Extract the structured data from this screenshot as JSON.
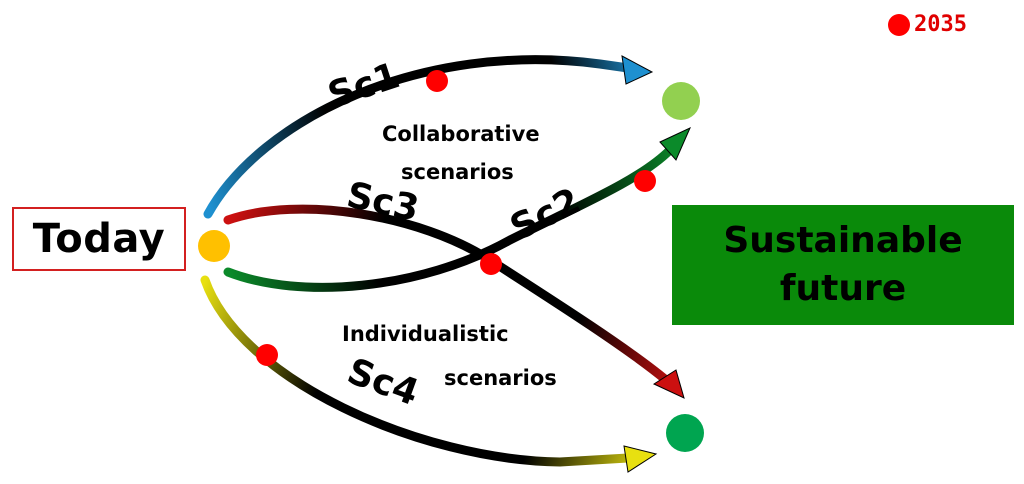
{
  "origin": {
    "label": "Today",
    "border_color": "#d32020"
  },
  "destination": {
    "label_line1": "Sustainable",
    "label_line2": "future",
    "fill_color": "#0a8a0a"
  },
  "legend": {
    "marker_color": "#ff0000",
    "label": "2035"
  },
  "groups": {
    "collaborative": {
      "line1": "Collaborative",
      "line2": "scenarios"
    },
    "individualistic": {
      "line1": "Individualistic",
      "line2": "scenarios"
    }
  },
  "scenarios": [
    {
      "label": "Sc1",
      "color": "#1e90d0",
      "group": "collaborative"
    },
    {
      "label": "Sc2",
      "color": "#0b8a2a",
      "group": "collaborative"
    },
    {
      "label": "Sc3",
      "color": "#cc1010",
      "group": "individualistic"
    },
    {
      "label": "Sc4",
      "color": "#e8e010",
      "group": "individualistic"
    }
  ],
  "nodes": {
    "start": {
      "color": "#ffc000"
    },
    "end_collaborative": {
      "color": "#92d050"
    },
    "end_individualistic": {
      "color": "#00a550"
    }
  },
  "milestone_color": "#ff0000"
}
